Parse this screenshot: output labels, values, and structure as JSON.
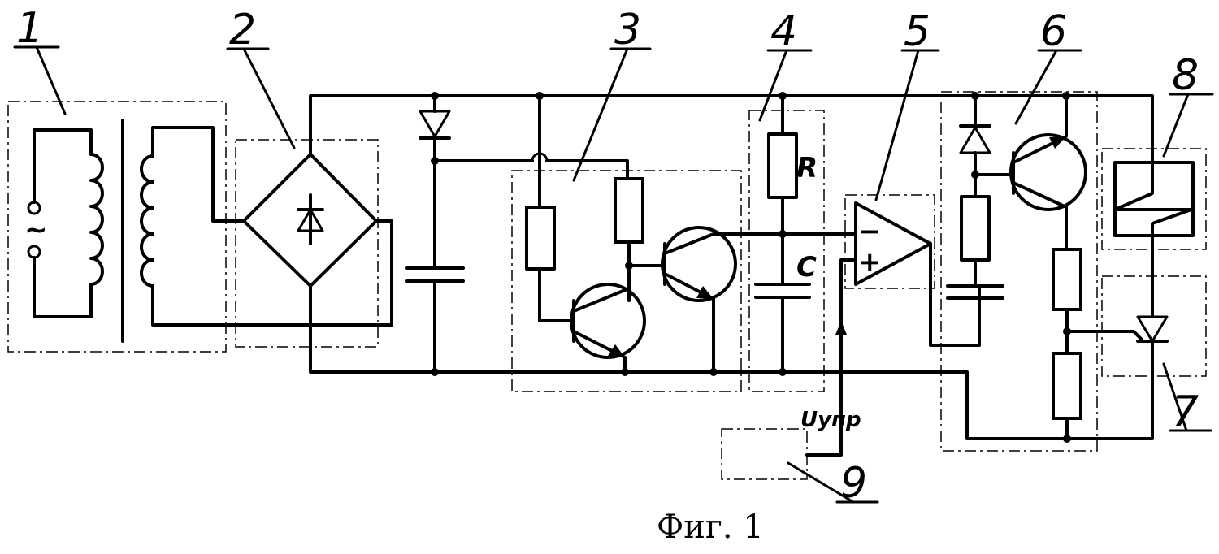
{
  "blocks": [
    "1",
    "2",
    "3",
    "4",
    "5",
    "6",
    "7",
    "8",
    "9"
  ],
  "components": {
    "resistor_label": "R",
    "capacitor_label": "C",
    "opamp_minus": "−",
    "opamp_plus": "+",
    "source_symbol": "~"
  },
  "signal_label": "Uупр",
  "caption": "Фиг. 1"
}
